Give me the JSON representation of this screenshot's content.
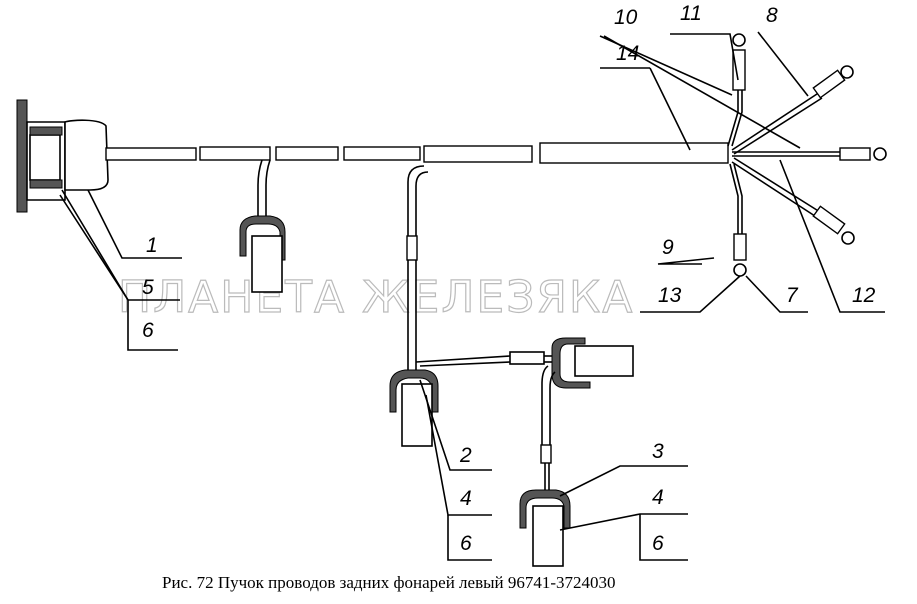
{
  "caption": "Рис. 72 Пучок проводов задних фонарей левый 96741-3724030",
  "watermark": "ПЛАНЕТА ЖЕЛЕЗЯКА",
  "callouts": {
    "c1": "1",
    "c2": "2",
    "c3": "3",
    "c4a": "4",
    "c4b": "4",
    "c5": "5",
    "c6a": "6",
    "c6b": "6",
    "c6c": "6",
    "c7": "7",
    "c8": "8",
    "c9": "9",
    "c10": "10",
    "c11": "11",
    "c12": "12",
    "c13": "13",
    "c14": "14"
  }
}
